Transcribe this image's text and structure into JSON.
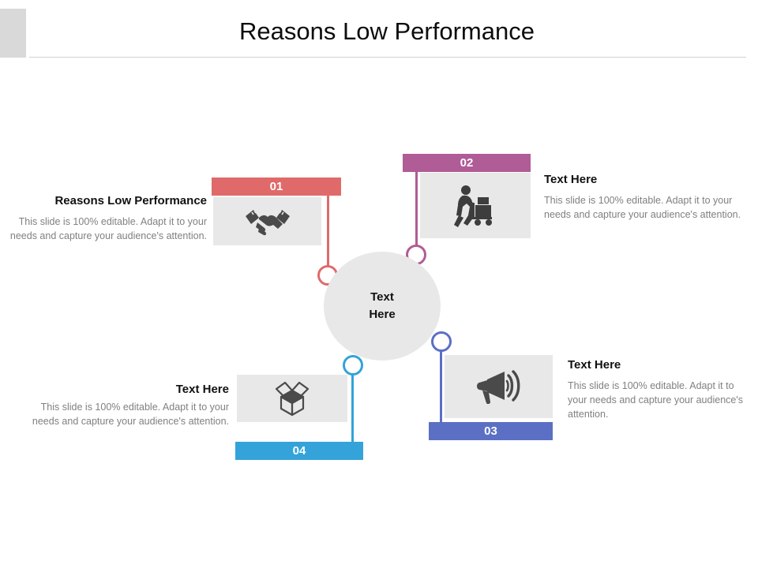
{
  "slide": {
    "title": "Reasons Low Performance"
  },
  "hub": {
    "line1": "Text",
    "line2": "Here"
  },
  "colors": {
    "card1": "#e06a6a",
    "card2": "#b05c96",
    "card3": "#5b6fc4",
    "card4": "#33a3d9",
    "icon_box": "#e8e8e8",
    "hub": "#e8e8e8",
    "body_text": "#808080",
    "heading_text": "#111111"
  },
  "cards": [
    {
      "number": "01",
      "heading": "Reasons Low Performance",
      "body": "This slide is 100% editable. Adapt it to your needs and capture your audience's attention.",
      "icon": "handshake-icon",
      "color": "#e06a6a"
    },
    {
      "number": "02",
      "heading": "Text Here",
      "body": "This slide is 100% editable. Adapt it to your needs and capture your audience's attention.",
      "icon": "worker-handtruck-icon",
      "color": "#b05c96"
    },
    {
      "number": "03",
      "heading": "Text Here",
      "body": "This slide is 100% editable. Adapt it to your needs and capture your audience's attention.",
      "icon": "megaphone-icon",
      "color": "#5b6fc4"
    },
    {
      "number": "04",
      "heading": "Text Here",
      "body": "This slide is 100% editable. Adapt it to your needs and capture your audience's attention.",
      "icon": "open-box-icon",
      "color": "#33a3d9"
    }
  ]
}
